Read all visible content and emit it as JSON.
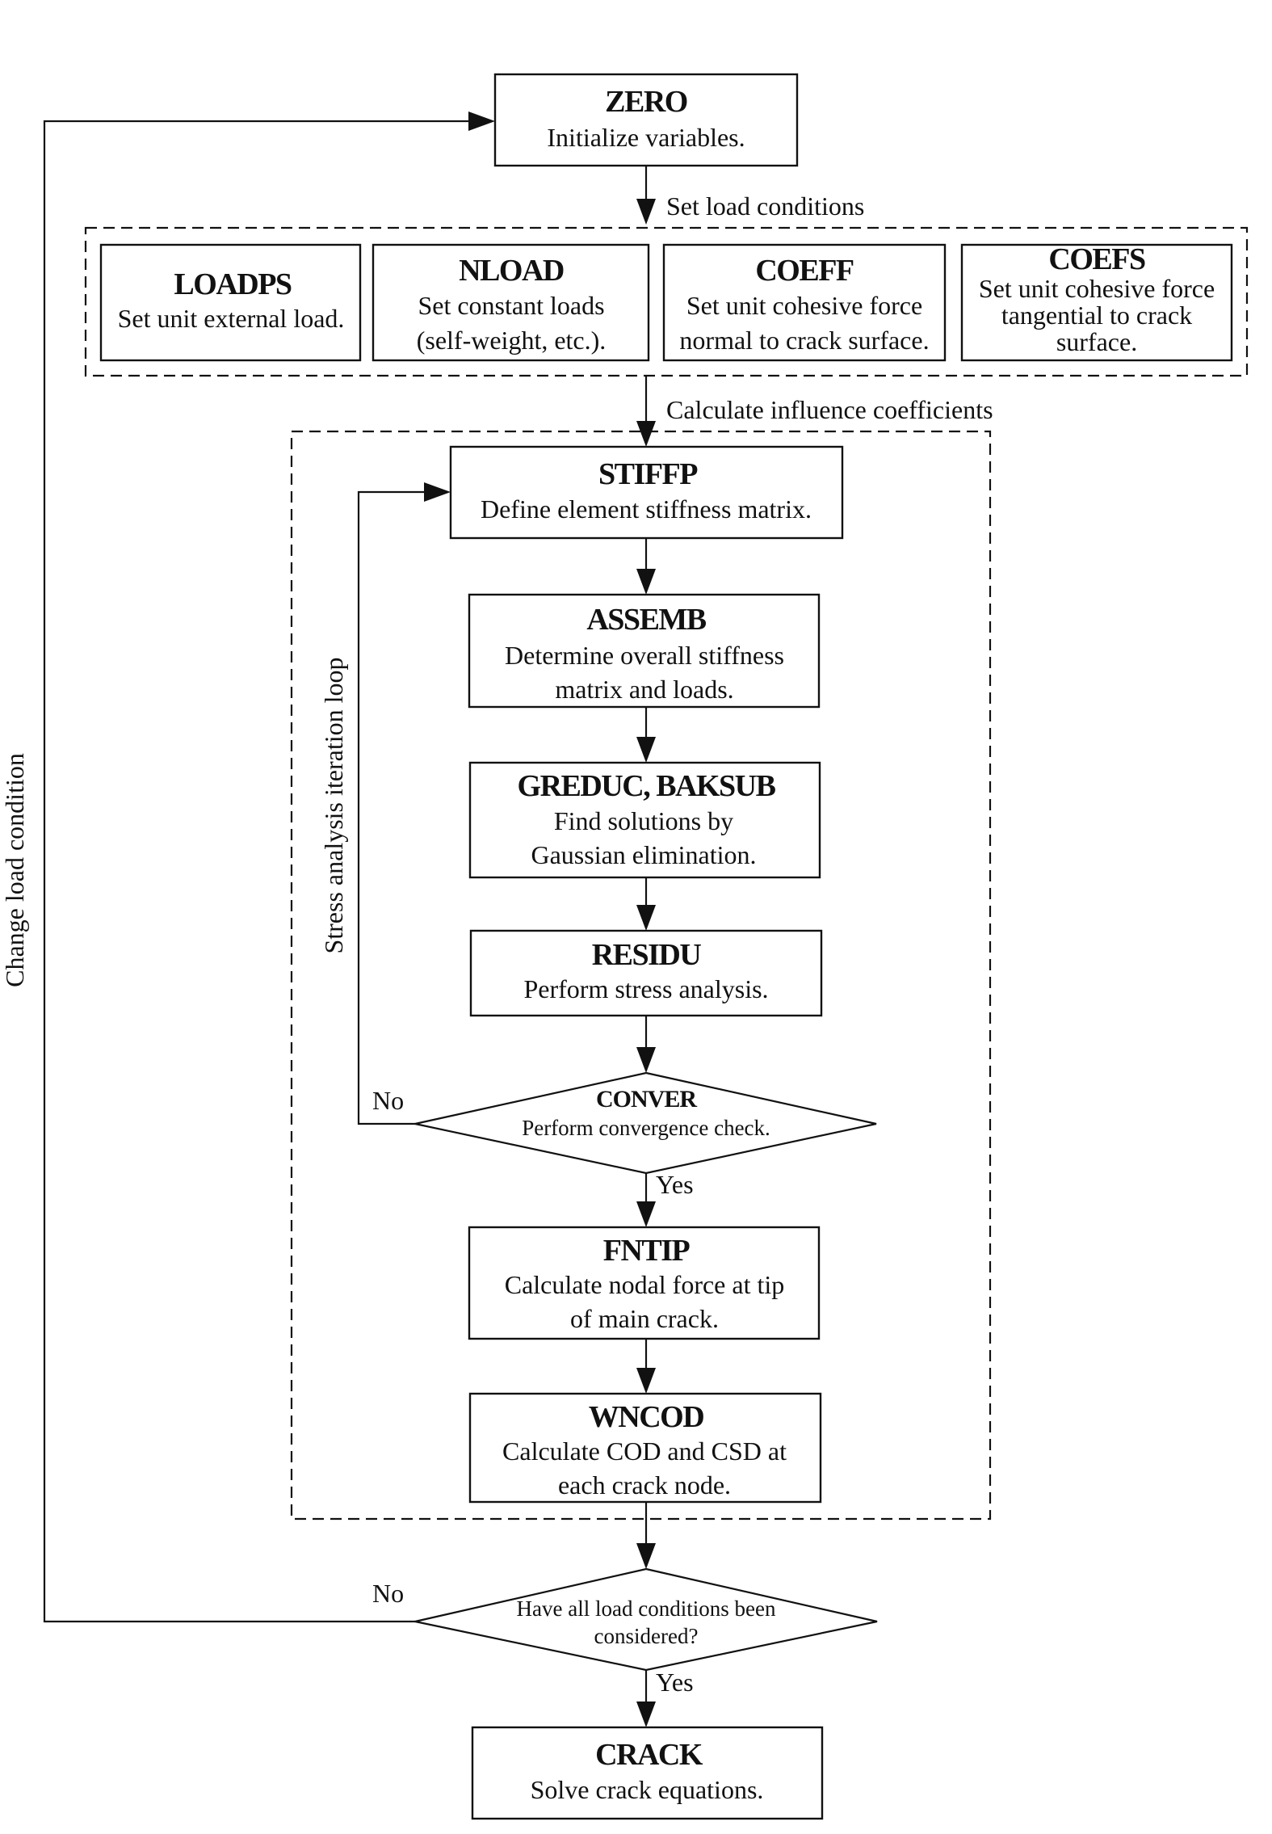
{
  "flow": {
    "zero": {
      "title": "ZERO",
      "lines": [
        "Initialize variables."
      ]
    },
    "set_load_label": "Set load conditions",
    "loadps": {
      "title": "LOADPS",
      "lines": [
        "Set unit external load."
      ]
    },
    "nload": {
      "title": "NLOAD",
      "lines": [
        "Set constant loads",
        "(self-weight, etc.)."
      ]
    },
    "coeff": {
      "title": "COEFF",
      "lines": [
        "Set unit cohesive force",
        "normal to crack surface."
      ]
    },
    "coefs": {
      "title": "COEFS",
      "lines": [
        "Set unit cohesive force",
        "tangential to crack",
        "surface."
      ]
    },
    "influence_label": "Calculate influence coefficients",
    "stiffp": {
      "title": "STIFFP",
      "lines": [
        "Define element stiffness matrix."
      ]
    },
    "assemb": {
      "title": "ASSEMB",
      "lines": [
        "Determine overall stiffness",
        "matrix and loads."
      ]
    },
    "greduc": {
      "title": "GREDUC, BAKSUB",
      "lines": [
        "Find solutions by",
        "Gaussian elimination."
      ]
    },
    "residu": {
      "title": "RESIDU",
      "lines": [
        "Perform stress analysis."
      ]
    },
    "conver": {
      "title": "CONVER",
      "lines": [
        "Perform convergence check."
      ]
    },
    "fntip": {
      "title": "FNTIP",
      "lines": [
        "Calculate nodal force at tip",
        "of main crack."
      ]
    },
    "wncod": {
      "title": "WNCOD",
      "lines": [
        "Calculate COD and CSD at",
        "each crack node."
      ]
    },
    "decision": {
      "lines": [
        "Have all load conditions been",
        "considered?"
      ]
    },
    "crack": {
      "title": "CRACK",
      "lines": [
        "Solve crack equations."
      ]
    },
    "no_inner": "No",
    "yes_inner": "Yes",
    "no_outer": "No",
    "yes_outer": "Yes",
    "iteration_loop_label": "Stress analysis iteration loop",
    "change_load_label": "Change load condition"
  }
}
